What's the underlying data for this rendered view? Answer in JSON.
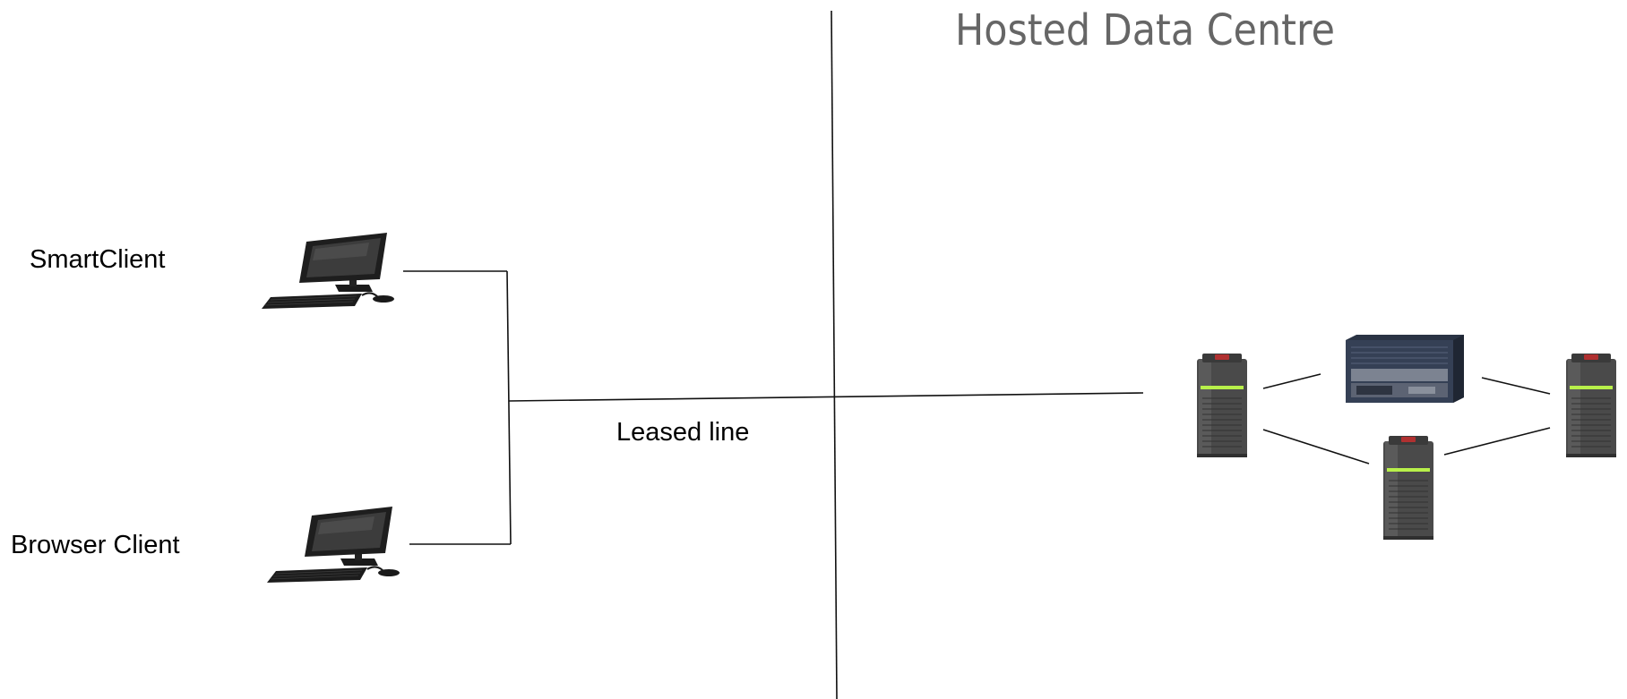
{
  "title": "Hosted Data Centre",
  "labels": {
    "smart_client": "SmartClient",
    "browser_client": "Browser Client",
    "leased_line": "Leased line"
  },
  "icons": {
    "workstation": "desktop-computer-icon",
    "tower_server": "tower-server-icon",
    "rack_server": "rack-server-icon"
  },
  "colors": {
    "background": "#ffffff",
    "line": "#111111",
    "title": "#666666",
    "server_body": "#4a4a4a",
    "server_led": "#b8f04a",
    "server_cap": "#b03030"
  }
}
